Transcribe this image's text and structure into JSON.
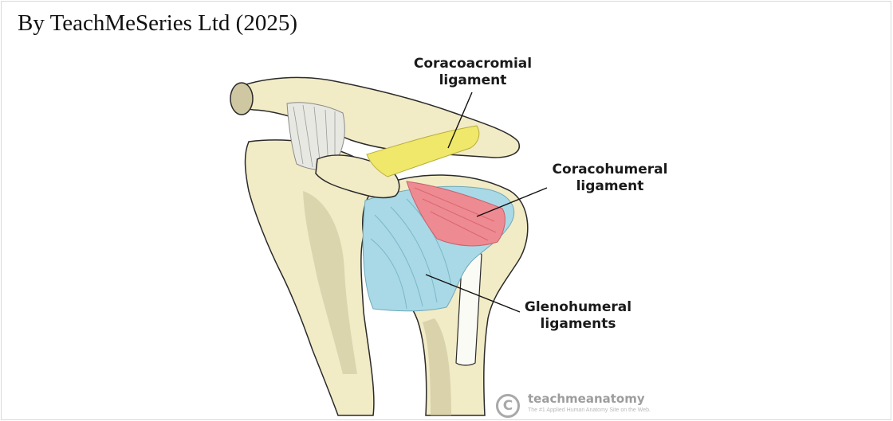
{
  "credit": "By TeachMeSeries Ltd (2025)",
  "labels": {
    "coracoacromial": [
      "Coracoacromial",
      "ligament"
    ],
    "coracohumeral": [
      "Coracohumeral",
      "ligament"
    ],
    "glenohumeral": [
      "Glenohumeral",
      "ligaments"
    ]
  },
  "watermark": {
    "logo_letter": "C",
    "name": "teachmeanatomy",
    "tagline": "The #1 Applied Human Anatomy Site on the Web."
  },
  "colors": {
    "bone": "#f1ebc6",
    "bone_shadow": "#c9c29a",
    "coracoacromial_ligament": "#efe86a",
    "coracohumeral_ligament": "#ee8a92",
    "glenohumeral_ligament": "#a9d9e6",
    "outline": "#2a2a2a"
  }
}
